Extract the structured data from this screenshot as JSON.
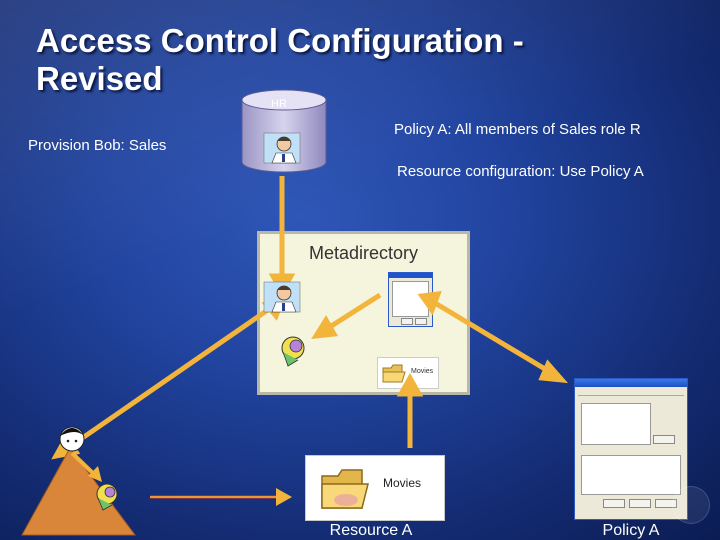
{
  "slide": {
    "title_line1": "Access Control Configuration -",
    "title_line2": "Revised",
    "provision_text": "Provision Bob: Sales",
    "policy_text": "Policy A:  All members of Sales role R",
    "resource_config_text": "Resource configuration: Use Policy A",
    "hr_label": "HR",
    "metadirectory_label": "Metadirectory",
    "movies_label": "Movies",
    "mini_movies_label": "Movies",
    "resource_label": "Resource A",
    "policy_label": "Policy A"
  },
  "colors": {
    "background": "#21449f",
    "arrow": "#f2b43a",
    "arrow_red": "#d83a1e",
    "metadirectory_bg": "#f5f4dd",
    "pyramid": "#d9853a"
  },
  "icons": [
    "database-icon",
    "user-portrait-icon",
    "key-user-icon",
    "window-icon",
    "folder-icon",
    "pyramid-icon"
  ]
}
